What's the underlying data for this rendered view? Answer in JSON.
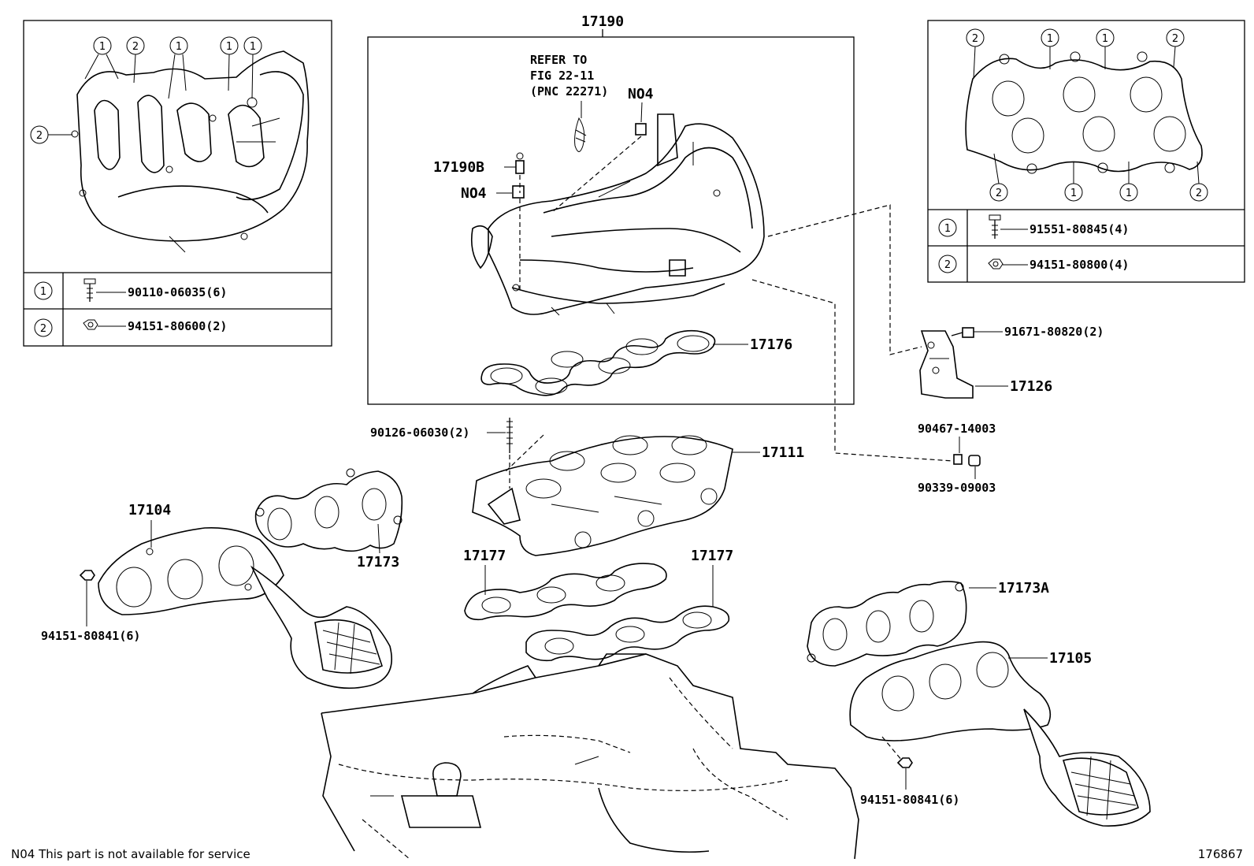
{
  "callouts": {
    "c17190": "17190",
    "refer_line1": "REFER TO",
    "refer_line2": "FIG 22-11",
    "refer_line3": "(PNC 22271)",
    "n04_top": "NO4",
    "c17190b": "17190B",
    "n04_mid": "NO4",
    "c17176": "17176",
    "c17111": "17111",
    "c90126": "90126-06030(2)",
    "c17104": "17104",
    "c17173": "17173",
    "c17177_left": "17177",
    "c17177_right": "17177",
    "c94151_left": "94151-80841(6)",
    "c91671": "91671-80820(2)",
    "c17126": "17126",
    "c90467": "90467-14003",
    "c90339": "90339-09003",
    "c17173a": "17173A",
    "c17105": "17105",
    "c94151_right": "94151-80841(6)"
  },
  "left_inset": {
    "numbers_top": [
      "1",
      "2",
      "1",
      "1",
      "1"
    ],
    "number_side": "2",
    "rows": [
      {
        "num": "1",
        "part": "90110-06035(6)"
      },
      {
        "num": "2",
        "part": "94151-80600(2)"
      }
    ]
  },
  "right_inset": {
    "numbers_top": [
      "2",
      "1",
      "1",
      "2"
    ],
    "numbers_bottom": [
      "2",
      "1",
      "1",
      "2"
    ],
    "rows": [
      {
        "num": "1",
        "part": "91551-80845(4)"
      },
      {
        "num": "2",
        "part": "94151-80800(4)"
      }
    ]
  },
  "footer": {
    "note": "N04 This part is not available for service",
    "ref": "176867"
  }
}
